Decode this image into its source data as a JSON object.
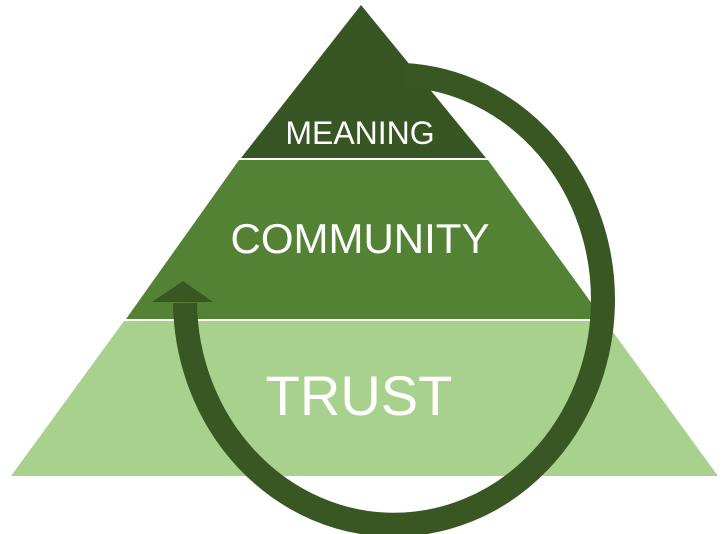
{
  "diagram": {
    "tiers": [
      {
        "label": "MEANING",
        "color": "#375623"
      },
      {
        "label": "COMMUNITY",
        "color": "#548235"
      },
      {
        "label": "TRUST",
        "color": "#A9D18E"
      }
    ],
    "cycle_arrow_color": "#385723"
  }
}
